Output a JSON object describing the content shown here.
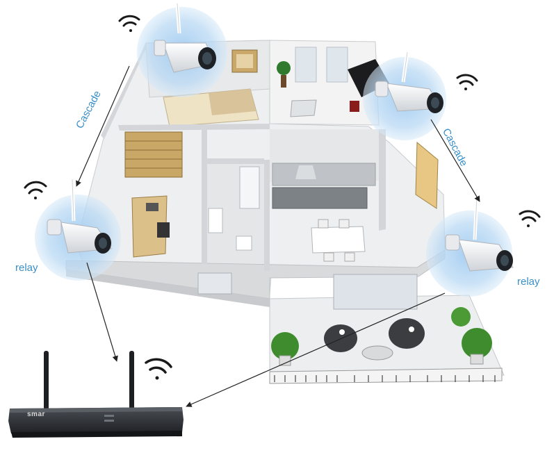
{
  "labels": {
    "cascade_left": "Cascade",
    "cascade_right": "Cascade",
    "relay_left": "relay",
    "relay_right": "relay"
  },
  "nvr": {
    "brand": "smar"
  },
  "colors": {
    "label_blue": "#3a8fc9",
    "signal_halo": "#7fb9e6",
    "wall_grey": "#d9dadc",
    "floor_light": "#eeeff0",
    "nvr_body": "#2c2f33",
    "arrow": "#222222"
  },
  "icons": [
    "wifi-icon",
    "security-camera-icon",
    "nvr-recorder"
  ]
}
